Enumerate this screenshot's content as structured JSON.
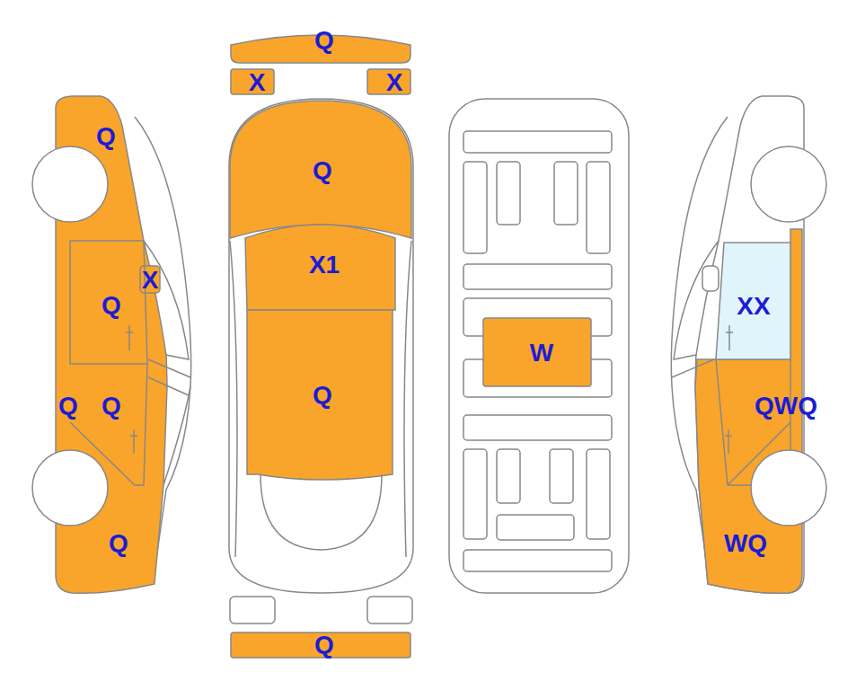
{
  "diagram": {
    "labels": [
      "Q",
      "X",
      "X",
      "Q",
      "X1",
      "Q",
      "Q",
      "Q",
      "X",
      "Q",
      "Q",
      "Q",
      "Q",
      "W",
      "XX",
      "QWQ",
      "WQ"
    ]
  }
}
